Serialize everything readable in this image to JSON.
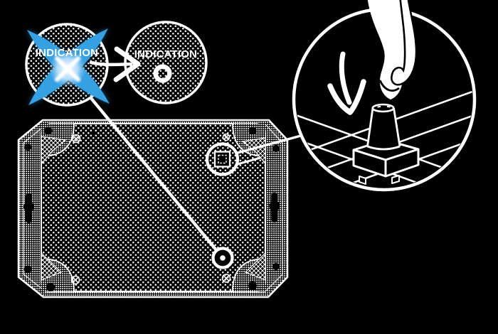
{
  "scene": {
    "background": "#000000",
    "ink": "#ffffff",
    "cross_blue": "#35a0e2"
  },
  "callouts": {
    "wrong_state": {
      "label": "INDICATION"
    },
    "ok_state": {
      "label": "INDICATION"
    }
  },
  "icons": {
    "cross": "blue-brush-x-icon",
    "transition_arrow": "hand-drawn-right-arrow-icon",
    "press_arrow": "curved-press-down-arrow-icon",
    "led_indicator": "ring-dot-icon",
    "screw": "circle-cross-icon",
    "reset_button": "square-in-circle-icon",
    "keyhole": "keyhole-slot-icon",
    "finger": "pressing-finger-illustration"
  }
}
